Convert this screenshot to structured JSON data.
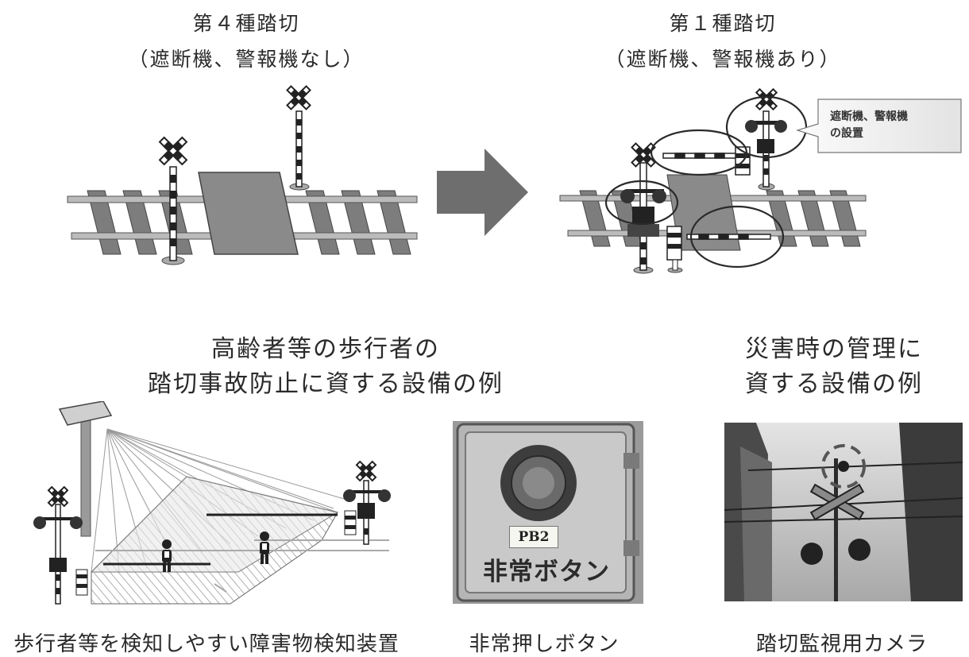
{
  "top_left": {
    "title": "第４種踏切",
    "subtitle": "（遮断機、警報機なし）"
  },
  "top_right": {
    "title": "第１種踏切",
    "subtitle": "（遮断機、警報機あり）"
  },
  "callout": {
    "line1": "遮断機、警報機",
    "line2": "の設置"
  },
  "bottom_left": {
    "heading_line1": "高齢者等の歩行者の",
    "heading_line2": "踏切事故防止に資する設備の例",
    "caption": "歩行者等を検知しやすい障害物検知装置"
  },
  "bottom_middle": {
    "button_plate": "PB2",
    "button_text": "非常ボタン",
    "caption": "非常押しボタン"
  },
  "bottom_right": {
    "heading_line1": "災害時の管理に",
    "heading_line2": "資する設備の例",
    "caption": "踏切監視用カメラ"
  },
  "icons": [
    "crossing-sign-icon",
    "right-arrow-icon",
    "warning-light-icon",
    "pedestrian-icon",
    "camera-icon"
  ]
}
